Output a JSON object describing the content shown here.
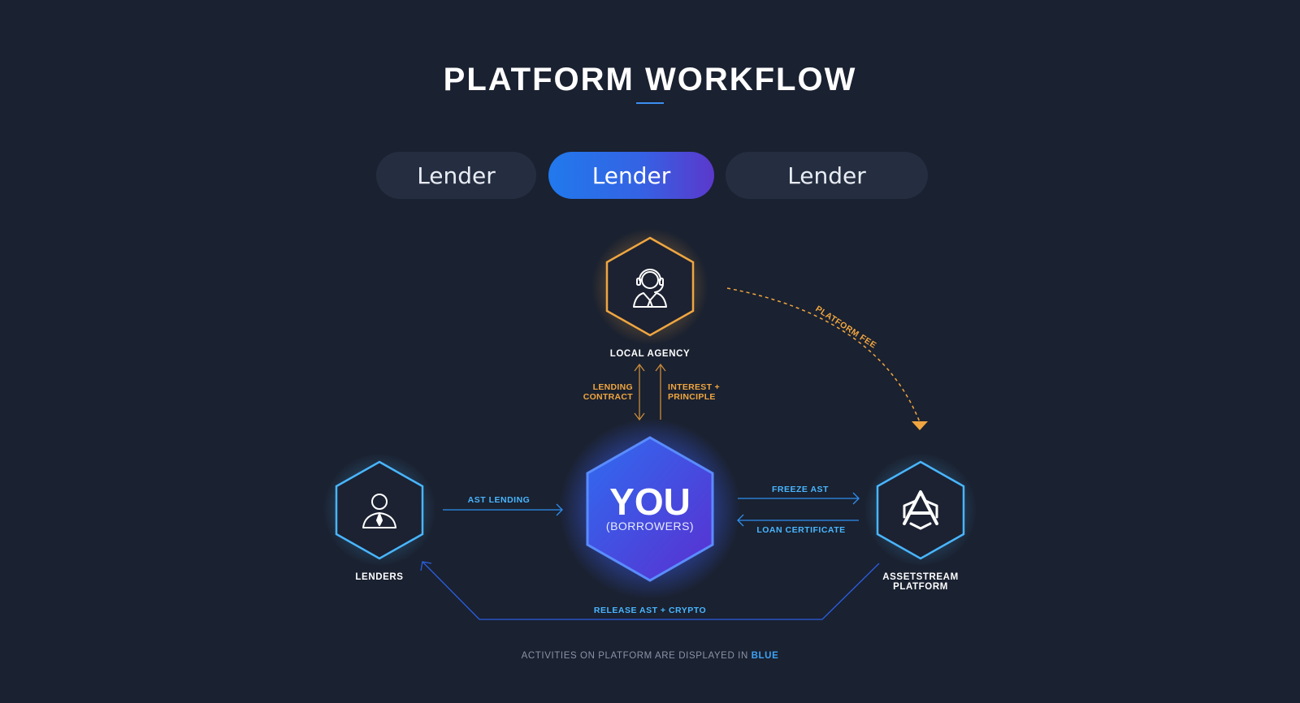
{
  "title": "PLATFORM WORKFLOW",
  "tabs": [
    {
      "label": "Lender",
      "active": false
    },
    {
      "label": "Lender",
      "active": true
    },
    {
      "label": "Lender",
      "active": false
    }
  ],
  "nodes": {
    "local_agency": {
      "label": "LOCAL AGENCY",
      "icon": "agent-headset-icon"
    },
    "you": {
      "label_main": "YOU",
      "label_sub": "(BORROWERS)"
    },
    "lenders": {
      "label": "LENDERS",
      "icon": "businessman-icon"
    },
    "assetstream": {
      "label_line1": "ASSETSTREAM",
      "label_line2": "PLATFORM",
      "icon": "assetstream-logo-icon"
    }
  },
  "flows": {
    "lending_contract": {
      "line1": "LENDING",
      "line2": "CONTRACT"
    },
    "interest_principle": {
      "line1": "INTEREST +",
      "line2": "PRINCIPLE"
    },
    "platform_fee": "PLATFORM FEE",
    "ast_lending": "AST LENDING",
    "freeze_ast": "FREEZE AST",
    "loan_certificate": "LOAN CERTIFICATE",
    "release": "RELEASE AST + CRYPTO"
  },
  "footer": {
    "text": "ACTIVITIES ON PLATFORM ARE DISPLAYED IN",
    "highlight": "BLUE"
  },
  "colors": {
    "background": "#1a2130",
    "orange": "#f0a640",
    "blue": "#2f8ff0",
    "light_blue": "#49b6ff",
    "you_gradient_start": "#2f6cf0",
    "you_gradient_end": "#5a2fd0",
    "tab_inactive": "#252e40"
  }
}
